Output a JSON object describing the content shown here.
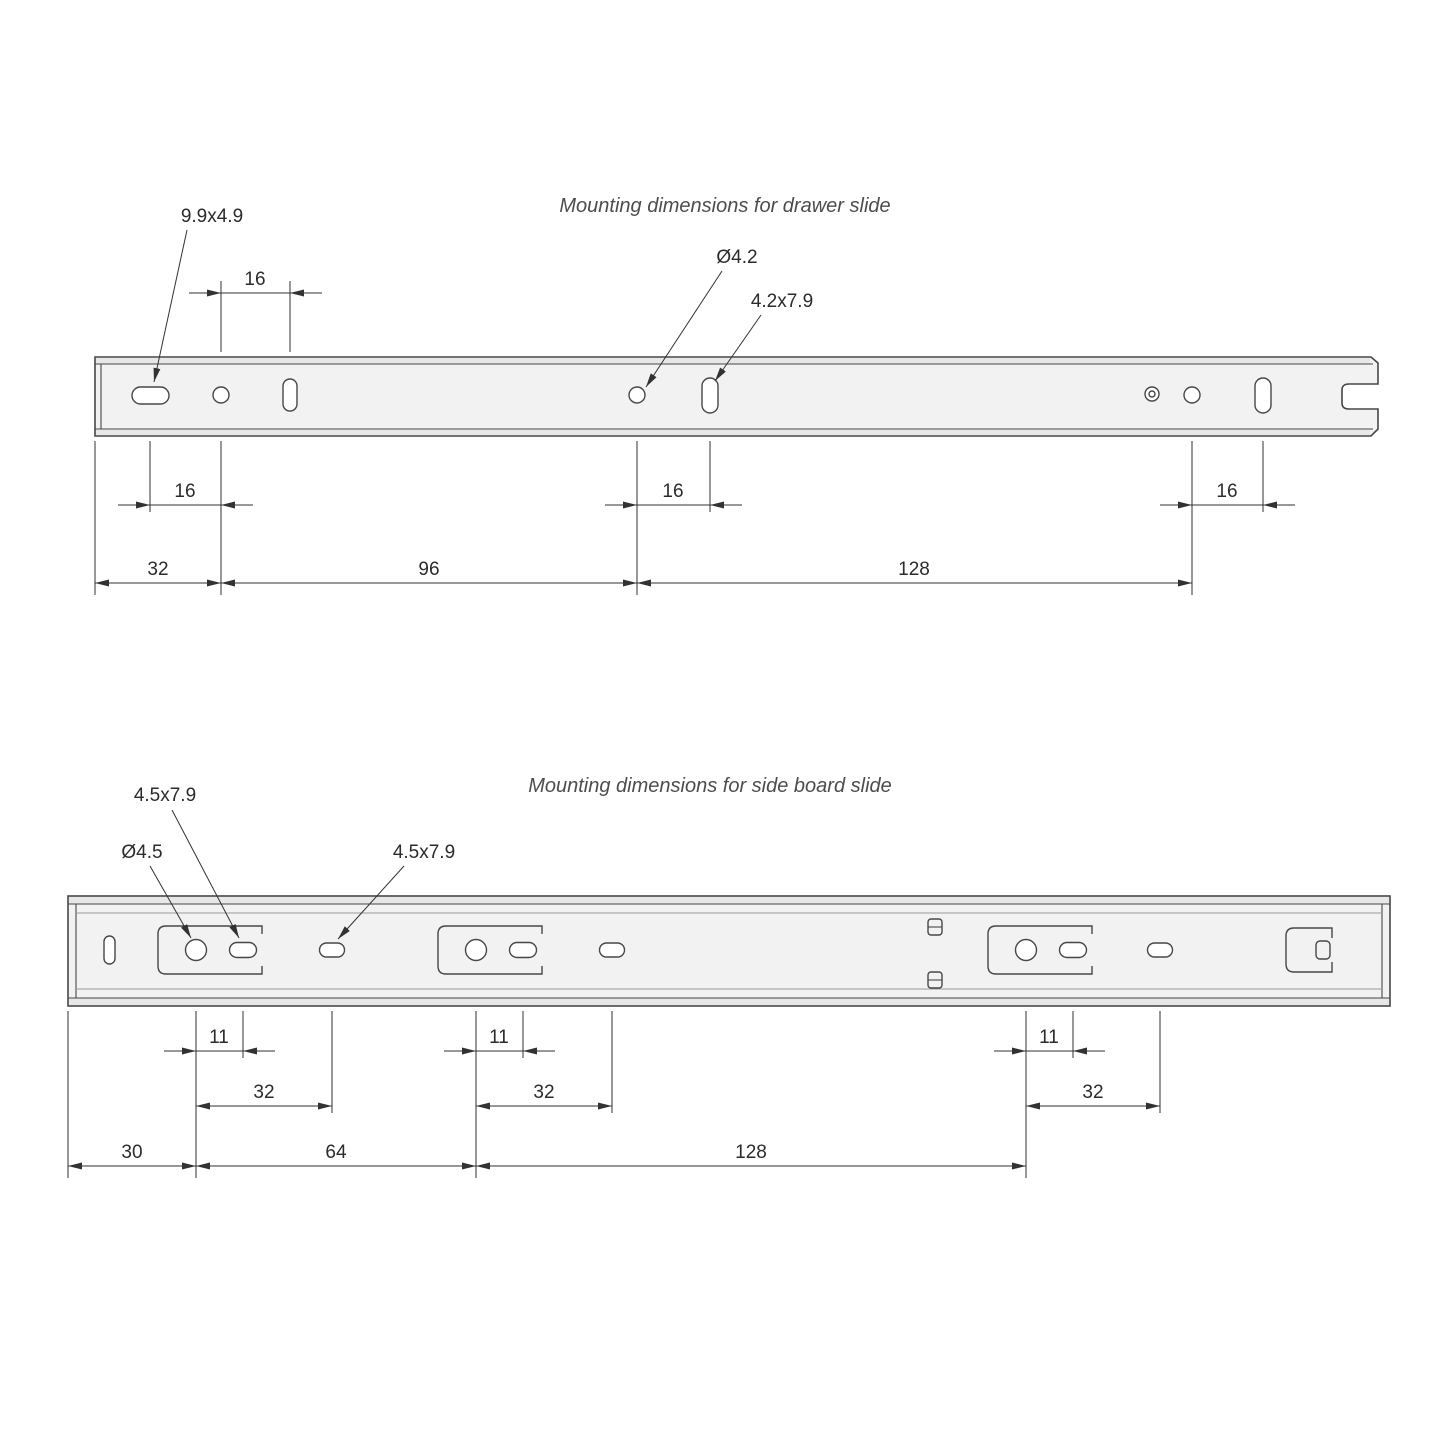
{
  "colors": {
    "background": "#ffffff",
    "outline": "#474747",
    "dimension_lines": "#323232",
    "rail_fill": "#f2f2f2",
    "title_text": "#4d4d4d"
  },
  "drawer_slide": {
    "title": "Mounting dimensions for drawer slide",
    "callouts": {
      "slot_top": "9.9x4.9",
      "hole": "Ø4.2",
      "slot": "4.2x7.9"
    },
    "dims": {
      "pitch_top": "16",
      "offset_1": "16",
      "offset_2": "16",
      "offset_3": "16",
      "span_1": "32",
      "span_2": "96",
      "span_3": "128"
    }
  },
  "sideboard_slide": {
    "title": "Mounting dimensions for side board slide",
    "callouts": {
      "hole": "Ø4.5",
      "slot_1": "4.5x7.9",
      "slot_2": "4.5x7.9"
    },
    "dims": {
      "offset_1": "11",
      "offset_2": "11",
      "offset_3": "11",
      "pitch_1": "32",
      "pitch_2": "32",
      "pitch_3": "32",
      "span_1": "30",
      "span_2": "64",
      "span_3": "128"
    }
  }
}
